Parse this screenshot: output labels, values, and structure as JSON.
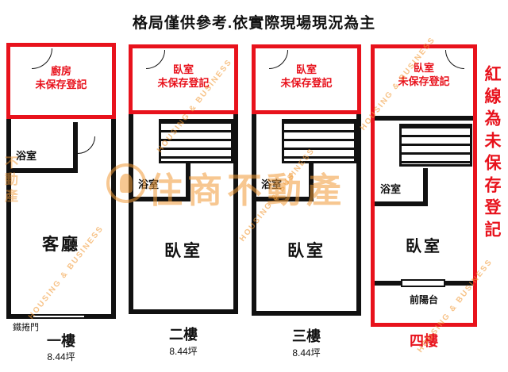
{
  "title": "格局僅供參考.依實際現場現況為主",
  "side_note": "紅線為未保存登記",
  "watermark": {
    "brand": "住商不動產",
    "brand_en": "HOUSING & BUSINESS",
    "brand_partial": "不動產"
  },
  "colors": {
    "red": "#e8121c",
    "wall": "#111111",
    "watermark_orange": "#f29b38"
  },
  "floors": [
    {
      "name": "一樓",
      "area": "8.44坪",
      "red_room": "廚房",
      "red_note": "未保存登記",
      "bath": "浴室",
      "main_room": "客廳",
      "door_note": "鐵捲門"
    },
    {
      "name": "二樓",
      "area": "8.44坪",
      "red_room": "臥室",
      "red_note": "未保存登記",
      "bath": "浴室",
      "main_room": "臥室"
    },
    {
      "name": "三樓",
      "area": "8.44坪",
      "red_room": "臥室",
      "red_note": "未保存登記",
      "bath": "浴室",
      "main_room": "臥室"
    },
    {
      "name": "四樓",
      "red_room": "臥室",
      "red_note": "未保存登記",
      "bath": "浴室",
      "main_room": "臥室",
      "balcony": "前陽台"
    }
  ]
}
